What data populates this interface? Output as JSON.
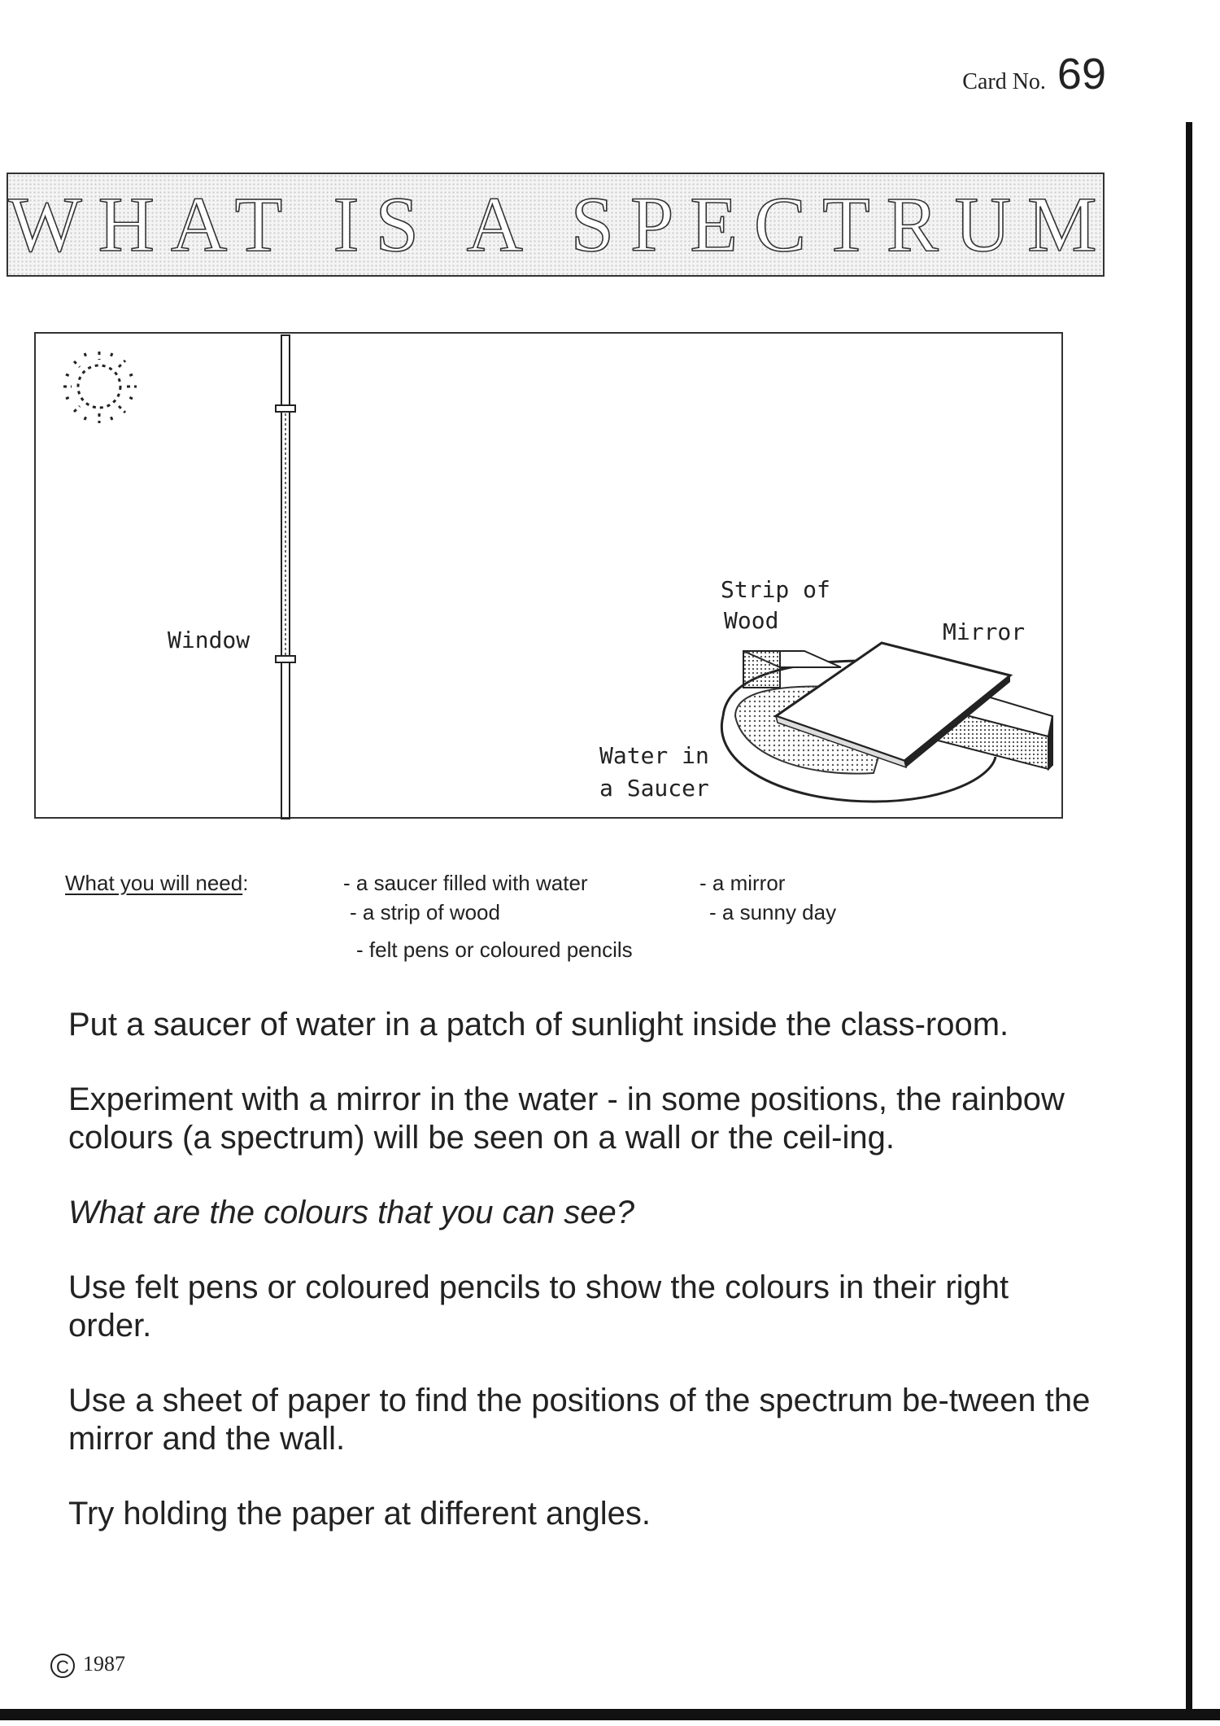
{
  "card": {
    "label": "Card No.",
    "number": "69"
  },
  "title": "WHAT IS A SPECTRUM?",
  "diagram": {
    "labels": {
      "window": "Window",
      "strip_of_wood": [
        "Strip of",
        "Wood"
      ],
      "mirror": "Mirror",
      "water_in_saucer": [
        "Water in",
        "a Saucer"
      ]
    },
    "icons": [
      "sun-icon",
      "window-frame",
      "saucer",
      "mirror",
      "wood-strip"
    ]
  },
  "need": {
    "heading": "What you will need",
    "heading_suffix": ":",
    "items": [
      "- a saucer filled with water",
      "- a strip of wood",
      "- felt pens or coloured pencils",
      "- a mirror",
      "- a sunny day"
    ]
  },
  "paragraphs": [
    {
      "text": "Put a saucer of water in a patch of sunlight inside the class-room.",
      "italic": false
    },
    {
      "text": "Experiment with a mirror in the water - in some positions, the rainbow colours (a spectrum) will be seen on a wall or the ceil-ing.",
      "italic": false
    },
    {
      "text": "What are the colours that you can see?",
      "italic": true
    },
    {
      "text": "Use felt pens or coloured pencils to show the colours in their right order.",
      "italic": false
    },
    {
      "text": "Use a sheet of paper to find the positions of the spectrum be-tween the mirror and the wall.",
      "italic": false
    },
    {
      "text": "Try holding the paper at different angles.",
      "italic": false
    }
  ],
  "copyright": {
    "symbol": "C",
    "year": "1987"
  }
}
